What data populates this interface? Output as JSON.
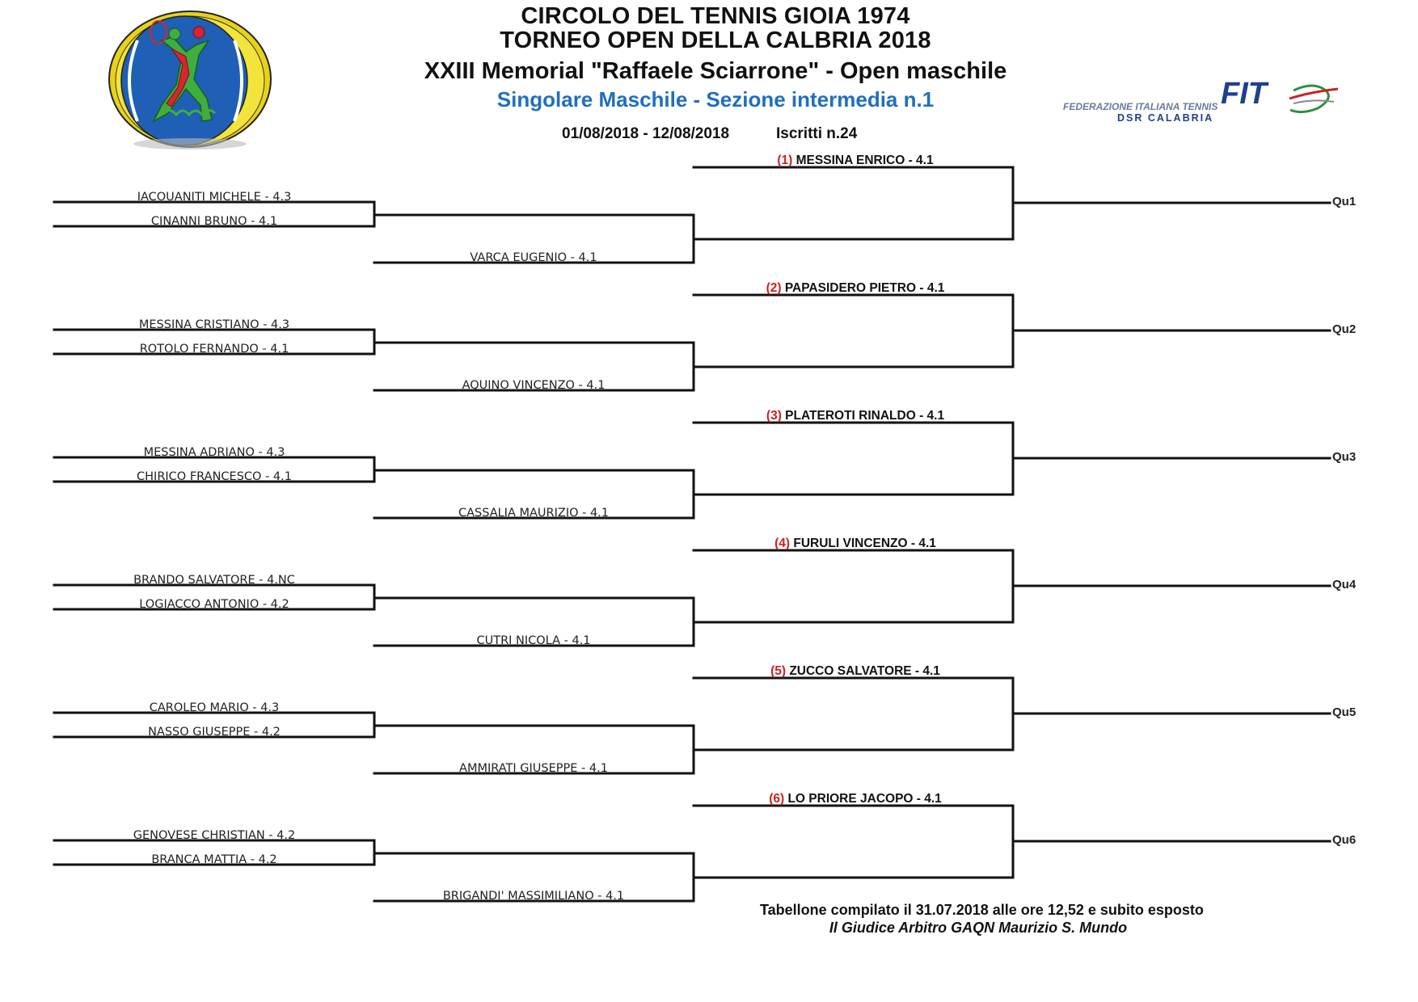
{
  "header": {
    "title1": "CIRCOLO DEL TENNIS GIOIA 1974",
    "title2": "TORNEO OPEN DELLA CALBRIA 2018",
    "title3": "XXIII Memorial \"Raffaele Sciarrone\" - Open maschile",
    "title4": "Singolare Maschile - Sezione intermedia n.1",
    "dates": "01/08/2018 - 12/08/2018",
    "entries": "Iscritti n.24"
  },
  "fit_logo": {
    "brand": "FIT",
    "line1": "FEDERAZIONE ITALIANA TENNIS",
    "line2": "DSR CALABRIA"
  },
  "colors": {
    "seed_red": "#cc1f1f",
    "subtitle_blue": "#1f6fc0",
    "line": "#111111"
  },
  "sections": [
    {
      "r1_top": "IACOUANITI MICHELE - 4.3",
      "r1_bottom": "CINANNI BRUNO - 4.1",
      "r2_player": "VARCA EUGENIO - 4.1",
      "seed_mark": "(1)",
      "seed_name": "MESSINA ENRICO - 4.1",
      "qualifier": "Qu1"
    },
    {
      "r1_top": "MESSINA CRISTIANO - 4.3",
      "r1_bottom": "ROTOLO FERNANDO - 4.1",
      "r2_player": "AQUINO VINCENZO - 4.1",
      "seed_mark": "(2)",
      "seed_name": "PAPASIDERO PIETRO - 4.1",
      "qualifier": "Qu2"
    },
    {
      "r1_top": "MESSINA ADRIANO - 4.3",
      "r1_bottom": "CHIRICO FRANCESCO - 4.1",
      "r2_player": "CASSALIA MAURIZIO - 4.1",
      "seed_mark": "(3)",
      "seed_name": "PLATEROTI RINALDO - 4.1",
      "qualifier": "Qu3"
    },
    {
      "r1_top": "BRANDO SALVATORE - 4.NC",
      "r1_bottom": "LOGIACCO ANTONIO - 4.2",
      "r2_player": "CUTRI NICOLA - 4.1",
      "seed_mark": "(4)",
      "seed_name": "FURULI VINCENZO - 4.1",
      "qualifier": "Qu4"
    },
    {
      "r1_top": "CAROLEO MARIO - 4.3",
      "r1_bottom": "NASSO GIUSEPPE - 4.2",
      "r2_player": "AMMIRATI GIUSEPPE - 4.1",
      "seed_mark": "(5)",
      "seed_name": "ZUCCO SALVATORE - 4.1",
      "qualifier": "Qu5"
    },
    {
      "r1_top": "GENOVESE CHRISTIAN - 4.2",
      "r1_bottom": "BRANCA MATTIA - 4.2",
      "r2_player": "BRIGANDI' MASSIMILIANO - 4.1",
      "seed_mark": "(6)",
      "seed_name": "LO PRIORE JACOPO - 4.1",
      "qualifier": "Qu6"
    }
  ],
  "footer": {
    "line1": "Tabellone compilato il 31.07.2018 alle ore 12,52 e subito esposto",
    "line2": "Il Giudice Arbitro GAQN Maurizio S. Mundo"
  }
}
